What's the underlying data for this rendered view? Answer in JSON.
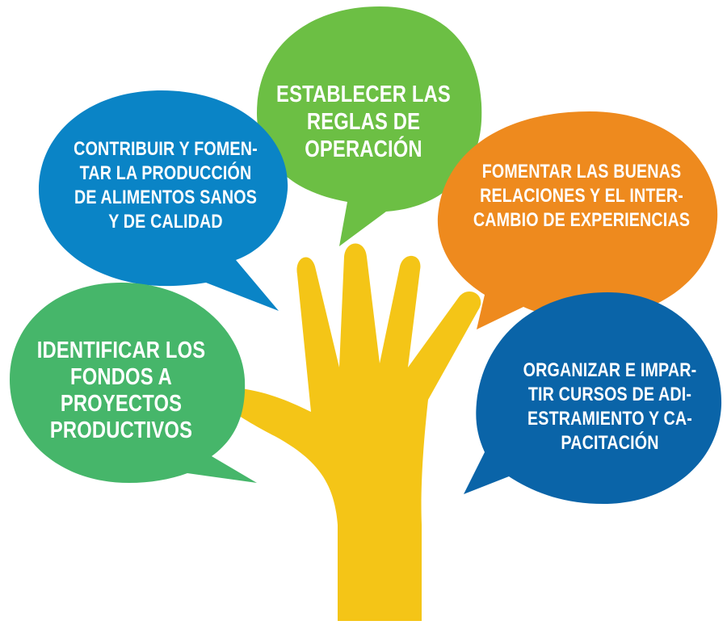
{
  "colors": {
    "green_bubble": "#6cbf44",
    "blue_bubble": "#0a84c6",
    "orange_bubble": "#ee8a1e",
    "green_left_bubble": "#46b66a",
    "navy_bubble": "#0a64a8",
    "hand": "#f4c517",
    "text": "#ffffff"
  },
  "bubbles": {
    "establecer": {
      "text": "ESTABLECER LAS\nREGLAS DE\nOPERACIÓN"
    },
    "contribuir": {
      "text": "CONTRIBUIR Y FOMEN-\nTAR LA PRODUCCIÓN\nDE ALIMENTOS SANOS\nY DE CALIDAD"
    },
    "fomentar": {
      "text": "FOMENTAR LAS BUENAS\nRELACIONES Y EL INTER-\nCAMBIO DE EXPERIENCIAS"
    },
    "identificar": {
      "text": "IDENTIFICAR LOS\nFONDOS A PROYECTOS\nPRODUCTIVOS"
    },
    "organizar": {
      "text": "ORGANIZAR E IMPAR-\nTIR CURSOS DE ADI-\nESTRAMIENTO Y CA-\nPACITACIÓN"
    }
  }
}
